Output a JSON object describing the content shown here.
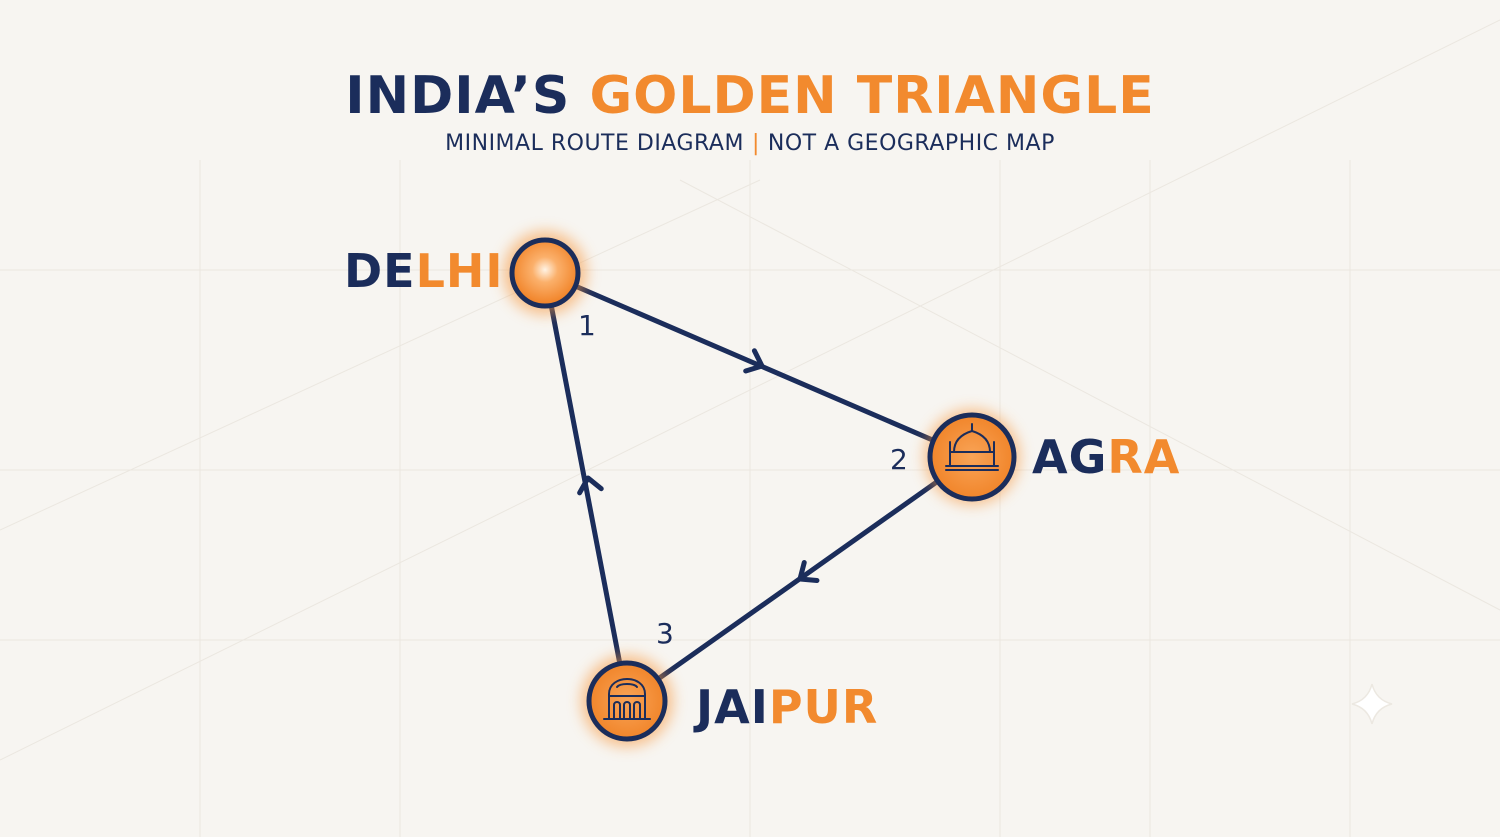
{
  "title": {
    "part1": "INDIA’S",
    "part2": "GOLDEN TRIANGLE"
  },
  "subtitle": {
    "left": "MINIMAL ROUTE DIAGRAM",
    "separator": "|",
    "right": "NOT A GEOGRAPHIC MAP"
  },
  "cities": {
    "delhi": {
      "part1": "DE",
      "part2": "LHI",
      "step": "1",
      "icon": "orange-dot-icon"
    },
    "agra": {
      "part1": "AG",
      "part2": "RA",
      "step": "2",
      "icon": "taj-mahal-icon"
    },
    "jaipur": {
      "part1": "JAI",
      "part2": "PUR",
      "step": "3",
      "icon": "hawa-mahal-icon"
    }
  },
  "colors": {
    "navy": "#1b2d5b",
    "orange": "#f28a2e",
    "background": "#f7f5f1"
  }
}
